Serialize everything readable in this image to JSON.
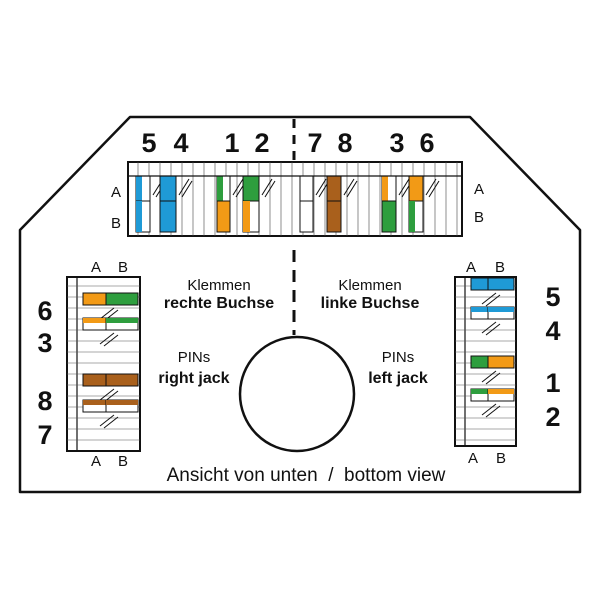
{
  "colors": {
    "blue": "#1f9ad6",
    "green": "#2e9e3e",
    "orange": "#f29a16",
    "brown": "#a9601c",
    "outline": "#111111"
  },
  "top_pins": [
    "5",
    "4",
    "1",
    "2",
    "7",
    "8",
    "3",
    "6"
  ],
  "left_pins": [
    "6",
    "3",
    "8",
    "7"
  ],
  "right_pins": [
    "5",
    "4",
    "1",
    "2"
  ],
  "row_labels": {
    "a": "A",
    "b": "B"
  },
  "labels": {
    "klemmen_left": "Klemmen",
    "rechte_buchse": "rechte Buchse",
    "klemmen_right": "Klemmen",
    "linke_buchse": "linke Buchse",
    "pins_left": "PINs",
    "right_jack": "right jack",
    "pins_right": "PINs",
    "left_jack": "left jack",
    "caption": "Ansicht von unten  /  bottom view"
  },
  "top_terminals": [
    {
      "pin": "5",
      "a": "blue-stripe",
      "b": "blue-stripe"
    },
    {
      "pin": "4",
      "a": "blue",
      "b": "blue"
    },
    {
      "pin": "1",
      "a": "green-stripe",
      "b": "orange"
    },
    {
      "pin": "2",
      "a": "green",
      "b": "orange-stripe"
    },
    {
      "pin": "7",
      "a": "white",
      "b": "white"
    },
    {
      "pin": "8",
      "a": "brown",
      "b": "brown"
    },
    {
      "pin": "3",
      "a": "orange-stripe",
      "b": "green"
    },
    {
      "pin": "6",
      "a": "orange",
      "b": "green-stripe"
    }
  ],
  "left_terminals": [
    {
      "pin": "6",
      "a": "orange",
      "b": "green"
    },
    {
      "pin": "3",
      "a": "orange-stripe",
      "b": "green-stripe"
    },
    {
      "pin": "8",
      "a": "brown",
      "b": "brown"
    },
    {
      "pin": "7",
      "a": "brown-stripe",
      "b": "brown-stripe"
    }
  ],
  "right_terminals": [
    {
      "pin": "5",
      "a": "blue",
      "b": "blue"
    },
    {
      "pin": "4",
      "a": "blue-stripe",
      "b": "blue-stripe"
    },
    {
      "pin": "1",
      "a": "green",
      "b": "orange"
    },
    {
      "pin": "2",
      "a": "green-stripe",
      "b": "orange-stripe"
    }
  ]
}
